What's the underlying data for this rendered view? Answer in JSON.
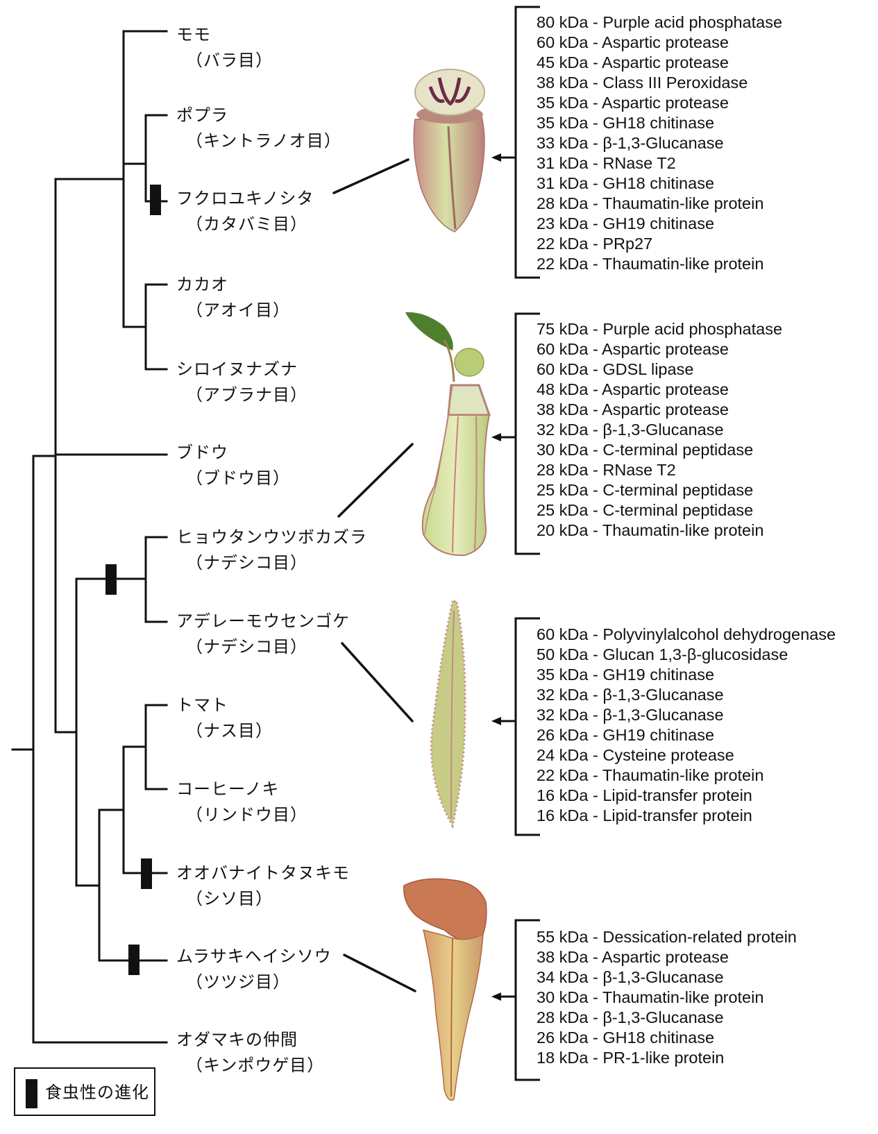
{
  "taxa": [
    {
      "name": "モモ",
      "order": "（バラ目）"
    },
    {
      "name": "ポプラ",
      "order": "（キントラノオ目）"
    },
    {
      "name": "フクロユキノシタ",
      "order": "（カタバミ目）"
    },
    {
      "name": "カカオ",
      "order": "（アオイ目）"
    },
    {
      "name": "シロイヌナズナ",
      "order": "（アブラナ目）"
    },
    {
      "name": "ブドウ",
      "order": "（ブドウ目）"
    },
    {
      "name": "ヒョウタンウツボカズラ",
      "order": "（ナデシコ目）"
    },
    {
      "name": "アデレーモウセンゴケ",
      "order": "（ナデシコ目）"
    },
    {
      "name": "トマト",
      "order": "（ナス目）"
    },
    {
      "name": "コーヒーノキ",
      "order": "（リンドウ目）"
    },
    {
      "name": "オオバナイトタヌキモ",
      "order": "（シソ目）"
    },
    {
      "name": "ムラサキヘイシソウ",
      "order": "（ツツジ目）"
    },
    {
      "name": "オダマキの仲間",
      "order": "（キンポウゲ目）"
    }
  ],
  "protein_lists": [
    {
      "plant": "フクロユキノシタ",
      "proteins": [
        "80 kDa - Purple acid phosphatase",
        "60 kDa - Aspartic protease",
        "45 kDa - Aspartic protease",
        "38 kDa - Class III Peroxidase",
        "35 kDa - Aspartic protease",
        "35 kDa - GH18 chitinase",
        "33 kDa - β-1,3-Glucanase",
        "31 kDa - RNase T2",
        "31 kDa - GH18 chitinase",
        "28 kDa - Thaumatin-like protein",
        "23 kDa - GH19 chitinase",
        "22 kDa - PRp27",
        "22 kDa - Thaumatin-like protein"
      ]
    },
    {
      "plant": "ヒョウタンウツボカズラ",
      "proteins": [
        "75 kDa - Purple acid phosphatase",
        "60 kDa - Aspartic protease",
        "60 kDa - GDSL lipase",
        "48 kDa - Aspartic protease",
        "38 kDa - Aspartic protease",
        "32 kDa - β-1,3-Glucanase",
        "30 kDa - C-terminal peptidase",
        "28 kDa - RNase T2",
        "25 kDa - C-terminal peptidase",
        "25 kDa - C-terminal peptidase",
        "20 kDa - Thaumatin-like protein"
      ]
    },
    {
      "plant": "アデレーモウセンゴケ",
      "proteins": [
        "60 kDa - Polyvinylalcohol dehydrogenase",
        "50 kDa - Glucan 1,3-β-glucosidase",
        "35 kDa - GH19 chitinase",
        "32 kDa - β-1,3-Glucanase",
        "32 kDa - β-1,3-Glucanase",
        "26 kDa - GH19 chitinase",
        "24 kDa - Cysteine protease",
        "22 kDa - Thaumatin-like protein",
        "16 kDa - Lipid-transfer protein",
        "16 kDa - Lipid-transfer protein"
      ]
    },
    {
      "plant": "ムラサキヘイシソウ",
      "proteins": [
        "55 kDa - Dessication-related protein",
        "38 kDa - Aspartic protease",
        "34 kDa - β-1,3-Glucanase",
        "30 kDa - Thaumatin-like protein",
        "28 kDa - β-1,3-Glucanase",
        "26 kDa - GH18 chitinase",
        "18 kDa - PR-1-like protein"
      ]
    }
  ],
  "legend": {
    "label": "食虫性の進化"
  },
  "colors": {
    "line": "#111111",
    "marker": "#111111"
  }
}
